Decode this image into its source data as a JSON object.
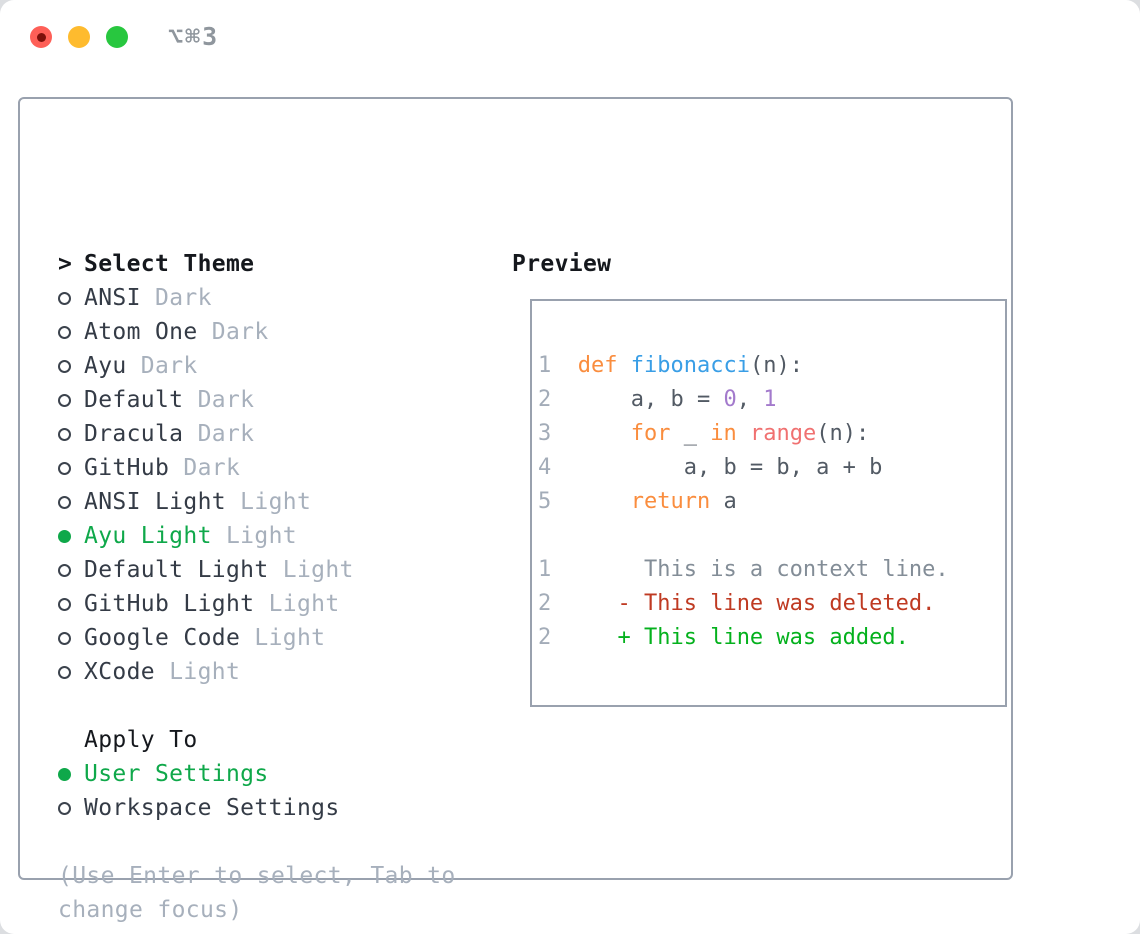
{
  "window": {
    "shortcut_label": "⌥⌘3"
  },
  "colors": {
    "accent_green": "#0fa84a",
    "added_green": "#04b11d",
    "deleted_red": "#bf3a22",
    "keyword_orange": "#fa8d3e",
    "function_blue": "#399ee6",
    "number_purple": "#a37acc",
    "builtin_coral": "#f07171",
    "muted_gray": "#a7b0bc",
    "border_gray": "#99a1ae",
    "traffic_red": "#fe5f57",
    "traffic_yellow": "#febb2e",
    "traffic_green": "#28c73f"
  },
  "theme_panel": {
    "header": {
      "prompt": ">",
      "label": "Select Theme"
    },
    "themes": [
      {
        "name": "ANSI",
        "variant": "Dark",
        "selected": false
      },
      {
        "name": "Atom One",
        "variant": "Dark",
        "selected": false
      },
      {
        "name": "Ayu",
        "variant": "Dark",
        "selected": false
      },
      {
        "name": "Default",
        "variant": "Dark",
        "selected": false
      },
      {
        "name": "Dracula",
        "variant": "Dark",
        "selected": false
      },
      {
        "name": "GitHub",
        "variant": "Dark",
        "selected": false
      },
      {
        "name": "ANSI Light",
        "variant": "Light",
        "selected": false
      },
      {
        "name": "Ayu Light",
        "variant": "Light",
        "selected": true
      },
      {
        "name": "Default Light",
        "variant": "Light",
        "selected": false
      },
      {
        "name": "GitHub Light",
        "variant": "Light",
        "selected": false
      },
      {
        "name": "Google Code",
        "variant": "Light",
        "selected": false
      },
      {
        "name": "XCode",
        "variant": "Light",
        "selected": false
      }
    ],
    "apply_to": {
      "label": "Apply To",
      "options": [
        {
          "name": "User Settings",
          "selected": true
        },
        {
          "name": "Workspace Settings",
          "selected": false
        }
      ]
    },
    "hint_lines": [
      "(Use Enter to select, Tab to",
      "change focus)"
    ]
  },
  "preview": {
    "label": "Preview",
    "lines": [
      {
        "segments": [
          [
            "1  ",
            "ln"
          ],
          [
            "def ",
            "kw"
          ],
          [
            "fibonacci",
            "fn"
          ],
          [
            "(n):",
            "tx"
          ]
        ]
      },
      {
        "segments": [
          [
            "2  ",
            "ln"
          ],
          [
            "    a, b = ",
            "tx"
          ],
          [
            "0",
            "num"
          ],
          [
            ", ",
            "tx"
          ],
          [
            "1",
            "num"
          ]
        ]
      },
      {
        "segments": [
          [
            "3  ",
            "ln"
          ],
          [
            "    ",
            "tx"
          ],
          [
            "for",
            "kw"
          ],
          [
            " _ ",
            "tx"
          ],
          [
            "in",
            "kw"
          ],
          [
            " ",
            "tx"
          ],
          [
            "range",
            "rng"
          ],
          [
            "(n):",
            "tx"
          ]
        ]
      },
      {
        "segments": [
          [
            "4  ",
            "ln"
          ],
          [
            "        a, b = b, a + b",
            "tx"
          ]
        ]
      },
      {
        "segments": [
          [
            "5  ",
            "ln"
          ],
          [
            "    ",
            "tx"
          ],
          [
            "return",
            "kw"
          ],
          [
            " a",
            "tx"
          ]
        ]
      },
      {
        "segments": []
      },
      {
        "segments": [
          [
            "1  ",
            "ln"
          ],
          [
            "     This is a context line.",
            "ctx"
          ]
        ]
      },
      {
        "segments": [
          [
            "2  ",
            "ln"
          ],
          [
            "   - This line was deleted.",
            "del"
          ]
        ]
      },
      {
        "segments": [
          [
            "2  ",
            "ln"
          ],
          [
            "   + This line was added.",
            "add"
          ]
        ]
      }
    ]
  }
}
